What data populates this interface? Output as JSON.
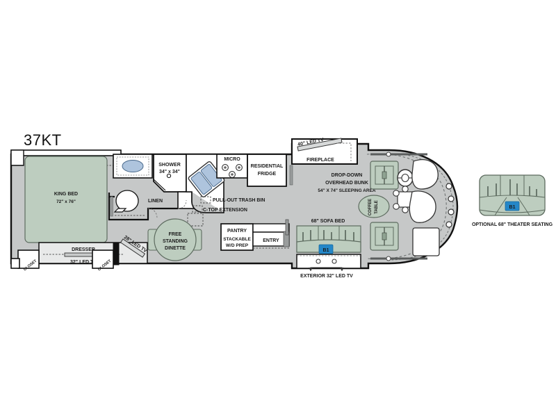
{
  "model": {
    "name": "37KT"
  },
  "colors": {
    "furniture_green": "#bdcdbf",
    "floor_gray": "#c6c8c8",
    "wall_black": "#111111",
    "sink_blue": "#aec4dd",
    "badge_blue": "#2487c8",
    "white": "#ffffff",
    "outline_gray": "#8a8d8d"
  },
  "labels": {
    "king_bed": "KING BED",
    "king_bed_size": "72\" x 76\"",
    "shower": "SHOWER",
    "shower_size": "34\" x 34\"",
    "linen": "LINEN",
    "dresser": "DRESSER",
    "tv_32_bedroom": "32\" LED TV",
    "tv_28": "28\" LED TV",
    "closet_left": "CLOSET",
    "closet_right": "CLOSET",
    "free_standing_dinette": [
      "FREE",
      "STANDING",
      "DINETTE"
    ],
    "micro": "MICRO",
    "residential_fridge": [
      "RESIDENTIAL",
      "FRIDGE"
    ],
    "pull_out_trash_bin": "PULL-OUT TRASH BIN",
    "c_top_extension": "C-TOP EXTENSION",
    "pantry": "PANTRY",
    "stackable_wd_prep": [
      "STACKABLE",
      "W/D PREP"
    ],
    "entry": "ENTRY",
    "tv_40": "40\" LED TV",
    "fireplace": "FIREPLACE",
    "drop_down_bunk": [
      "DROP-DOWN",
      "OVERHEAD BUNK",
      "54\" X 74\" SLEEPING AREA"
    ],
    "sofa_bed": "68\" SOFA BED",
    "exterior_tv": "EXTERIOR 32\" LED TV",
    "coffee_table": [
      "COFFEE",
      "TABLE"
    ],
    "badge_sofa": "B1",
    "badge_theater": "B1",
    "optional_theater_seating": "OPTIONAL 68\" THEATER SEATING"
  }
}
